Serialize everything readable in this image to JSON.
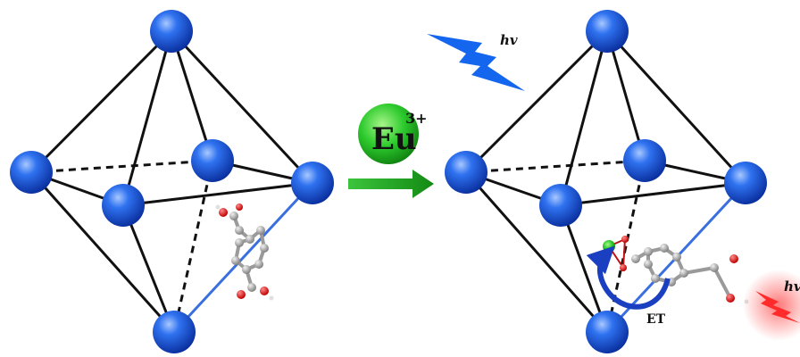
{
  "left_panel": {
    "nodes": 6
  },
  "reaction_arrow": {
    "ion_symbol": "Eu",
    "ion_charge": "3+",
    "ion_color": "#22b422",
    "arrow_color": "#1f9f1f"
  },
  "right_panel": {
    "excitation_label": "hv",
    "excitation_bolt_color": "#1466ee",
    "emission_label": "hv",
    "emission_bolt_color": "#ff2a2a",
    "energy_transfer_label": "ET",
    "et_arrow_color": "#1a3fc0"
  },
  "colors": {
    "node": "#1f5fe0",
    "oxygen": "#e01010",
    "carbon": "#9a9a9a",
    "europium_site": "#1aa61a"
  }
}
